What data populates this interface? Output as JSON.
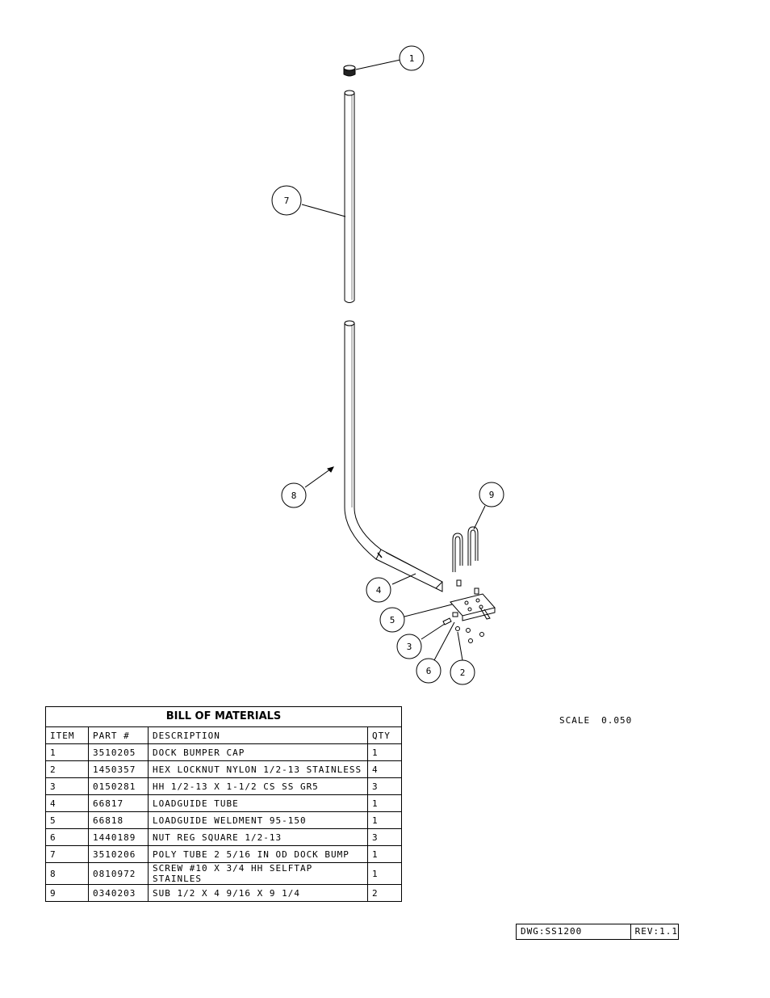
{
  "callouts": [
    {
      "number": "1"
    },
    {
      "number": "7"
    },
    {
      "number": "8"
    },
    {
      "number": "9"
    },
    {
      "number": "4"
    },
    {
      "number": "5"
    },
    {
      "number": "3"
    },
    {
      "number": "6"
    },
    {
      "number": "2"
    }
  ],
  "bom": {
    "title": "BILL OF MATERIALS",
    "headers": {
      "item": "ITEM",
      "part": "PART #",
      "description": "DESCRIPTION",
      "qty": "QTY"
    },
    "rows": [
      {
        "item": "1",
        "part": "3510205",
        "description": "DOCK BUMPER CAP",
        "qty": "1"
      },
      {
        "item": "2",
        "part": "1450357",
        "description": "HEX LOCKNUT NYLON 1/2-13 STAINLESS",
        "qty": "4"
      },
      {
        "item": "3",
        "part": "0150281",
        "description": "HH 1/2-13 X 1-1/2 CS SS GR5",
        "qty": "3"
      },
      {
        "item": "4",
        "part": "66817",
        "description": "LOADGUIDE TUBE",
        "qty": "1"
      },
      {
        "item": "5",
        "part": "66818",
        "description": "LOADGUIDE WELDMENT 95-150",
        "qty": "1"
      },
      {
        "item": "6",
        "part": "1440189",
        "description": "NUT REG SQUARE 1/2-13",
        "qty": "3"
      },
      {
        "item": "7",
        "part": "3510206",
        "description": "POLY TUBE 2 5/16 IN OD DOCK BUMP",
        "qty": "1"
      },
      {
        "item": "8",
        "part": "0810972",
        "description": "SCREW #10 X 3/4 HH SELFTAP STAINLES",
        "qty": "1"
      },
      {
        "item": "9",
        "part": "0340203",
        "description": "SUB 1/2 X 4 9/16 X 9 1/4",
        "qty": "2"
      }
    ]
  },
  "scale": {
    "label": "SCALE",
    "value": "0.050"
  },
  "title_block": {
    "dwg": "DWG:SS1200",
    "rev": "REV:1.1"
  }
}
